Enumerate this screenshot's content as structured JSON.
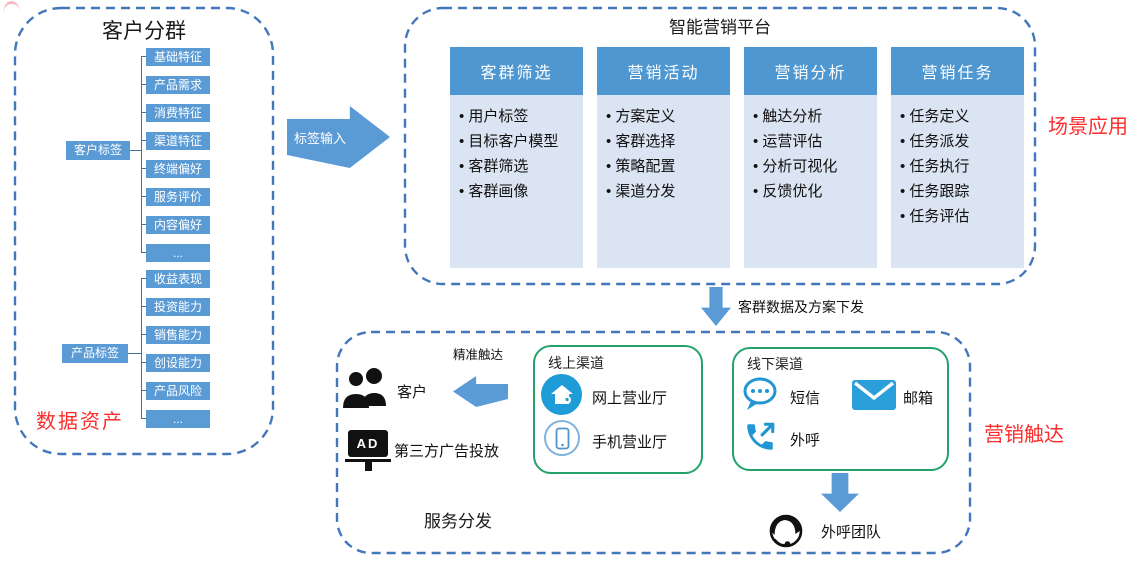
{
  "left_panel": {
    "title": "客户分群",
    "annotation": "数据资产",
    "groups": [
      {
        "label": "客户标签",
        "items": [
          "基础特征",
          "产品需求",
          "消费特征",
          "渠道特征",
          "终端偏好",
          "服务评价",
          "内容偏好",
          "..."
        ]
      },
      {
        "label": "产品标签",
        "items": [
          "收益表现",
          "投资能力",
          "销售能力",
          "创设能力",
          "产品风险",
          "..."
        ]
      }
    ]
  },
  "input_arrow": {
    "label": "标签输入"
  },
  "platform": {
    "title": "智能营销平台",
    "annotation": "场景应用",
    "columns": [
      {
        "header": "客群筛选",
        "items": [
          "用户标签",
          "目标客户模型",
          "客群筛选",
          "客群画像"
        ]
      },
      {
        "header": "营销活动",
        "items": [
          "方案定义",
          "客群选择",
          "策略配置",
          "渠道分发"
        ]
      },
      {
        "header": "营销分析",
        "items": [
          "触达分析",
          "运营评估",
          "分析可视化",
          "反馈优化"
        ]
      },
      {
        "header": "营销任务",
        "items": [
          "任务定义",
          "任务派发",
          "任务执行",
          "任务跟踪",
          "任务评估"
        ]
      }
    ]
  },
  "dispatch_arrow": {
    "label": "客群数据及方案下发"
  },
  "service_panel": {
    "title": "服务分发",
    "annotation": "营销触达",
    "reach_arrow_label": "精准触达",
    "targets": [
      {
        "icon": "customers-icon",
        "label": "客户"
      },
      {
        "icon": "ad-billboard-icon",
        "ad_text": "AD",
        "label": "第三方广告投放"
      }
    ],
    "online_channel": {
      "title": "线上渠道",
      "items": [
        {
          "icon": "web-hall-icon",
          "label": "网上营业厅"
        },
        {
          "icon": "mobile-hall-icon",
          "label": "手机营业厅"
        }
      ]
    },
    "offline_channel": {
      "title": "线下渠道",
      "items": [
        {
          "icon": "sms-icon",
          "label": "短信"
        },
        {
          "icon": "mail-icon",
          "label": "邮箱"
        },
        {
          "icon": "outbound-call-icon",
          "label": "外呼"
        }
      ]
    },
    "outbound_team": {
      "icon": "agent-icon",
      "label": "外呼团队"
    }
  },
  "colors": {
    "accent_blue": "#5b9bd5",
    "header_blue": "#4e97d1",
    "body_blue": "#dae4f2",
    "dashed_border_blue": "#4377bb",
    "green_border": "#23a36b",
    "icon_blue": "#2196d3",
    "annotation_red": "#fe2c2c"
  }
}
